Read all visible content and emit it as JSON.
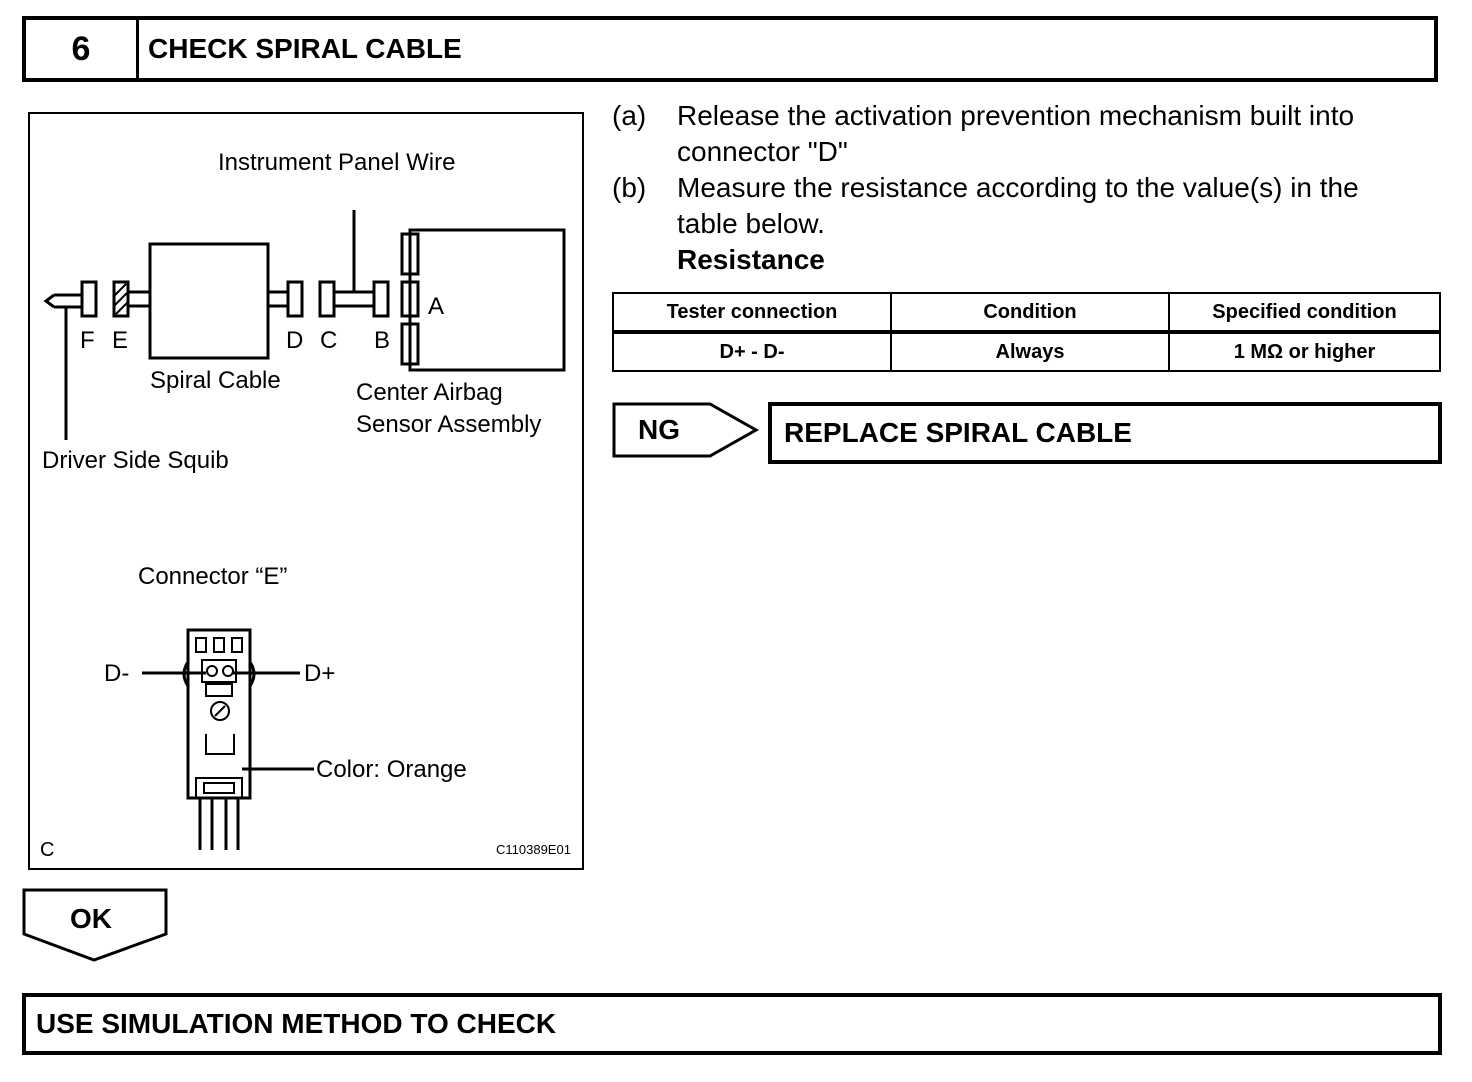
{
  "step": {
    "number": "6",
    "title": "CHECK SPIRAL CABLE"
  },
  "figure": {
    "labels": {
      "instrument_panel_wire": "Instrument Panel Wire",
      "f": "F",
      "e": "E",
      "d": "D",
      "c": "C",
      "b": "B",
      "a": "A",
      "spiral_cable": "Spiral Cable",
      "center_airbag_1": "Center Airbag",
      "center_airbag_2": "Sensor Assembly",
      "driver_side_squib": "Driver Side Squib",
      "connector_e": "Connector “E”",
      "d_minus": "D-",
      "d_plus": "D+",
      "color": "Color: Orange",
      "corner": "C",
      "code": "C110389E01"
    }
  },
  "instructions": [
    {
      "label": "(a)",
      "lines": [
        "Release the activation prevention mechanism built into",
        "connector \"D\""
      ]
    },
    {
      "label": "(b)",
      "lines": [
        "Measure the resistance according to the value(s) in the",
        "table below."
      ]
    }
  ],
  "resistance_heading": "Resistance",
  "table": {
    "headers": [
      "Tester connection",
      "Condition",
      "Specified condition"
    ],
    "rows": [
      [
        "D+ - D-",
        "Always",
        "1 MΩ or higher"
      ]
    ]
  },
  "ng": {
    "label": "NG",
    "action": "REPLACE SPIRAL CABLE"
  },
  "ok": {
    "label": "OK"
  },
  "next_step": "USE SIMULATION METHOD TO CHECK"
}
